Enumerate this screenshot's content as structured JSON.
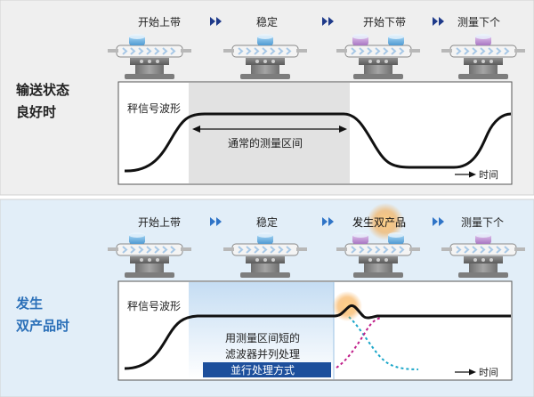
{
  "top": {
    "row_label": [
      "输送状态",
      "良好时"
    ],
    "stages": [
      "开始上带",
      "稳定",
      "开始下带",
      "测量下个"
    ],
    "chart_label": "秤信号波形",
    "period_label": "通常的测量区间",
    "time_label": "时间"
  },
  "bottom": {
    "row_label": [
      "发生",
      "双产品时"
    ],
    "stages": [
      "开始上带",
      "稳定",
      "发生双产品",
      "测量下个"
    ],
    "chart_label": "秤信号波形",
    "note": [
      "用测量区间短的",
      "滤波器并列处理"
    ],
    "badge": "並行处理方式",
    "time_label": "时间"
  },
  "colors": {
    "panel_bg": "#efefef",
    "panel_border": "#d2d2d2",
    "bottom_panel_bg": "#e2eef8",
    "arrow": "#1e3a8a",
    "arrow_light": "#2f74c7",
    "badge_bg": "#1d4f9c",
    "highlight": "#bfdaf2",
    "glow": "#f6a23a",
    "dotted_cyan": "#1aa6c9",
    "dotted_magenta": "#c0208a",
    "product_blue": "#6fb3e3",
    "product_purple": "#c596d6"
  }
}
